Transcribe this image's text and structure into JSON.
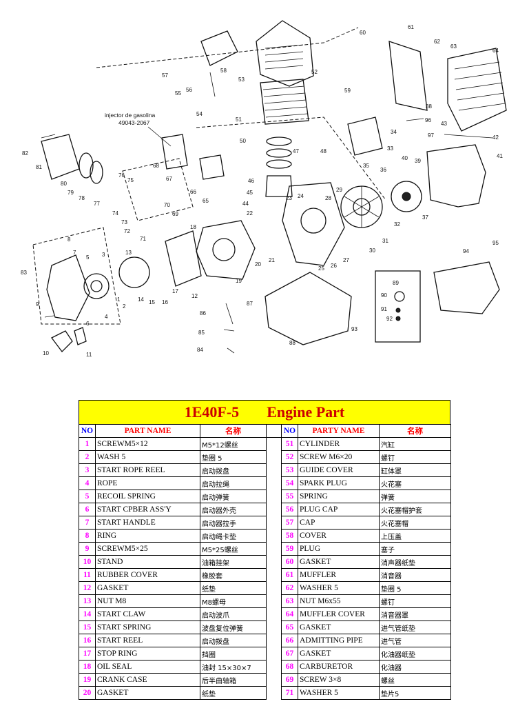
{
  "diagram": {
    "annotation_line1": "injector de gasolina",
    "annotation_line2": "49043-2067",
    "labels": [
      "1",
      "2",
      "3",
      "4",
      "5",
      "6",
      "7",
      "8",
      "9",
      "10",
      "11",
      "12",
      "13",
      "14",
      "15",
      "16",
      "17",
      "18",
      "19",
      "20",
      "21",
      "22",
      "23",
      "24",
      "25",
      "26",
      "27",
      "28",
      "29",
      "30",
      "31",
      "32",
      "33",
      "34",
      "35",
      "36",
      "37",
      "38",
      "39",
      "40",
      "41",
      "42",
      "43",
      "44",
      "45",
      "46",
      "47",
      "48",
      "50",
      "51",
      "52",
      "53",
      "54",
      "55",
      "56",
      "57",
      "58",
      "59",
      "60",
      "61",
      "62",
      "63",
      "64",
      "65",
      "66",
      "67",
      "68",
      "69",
      "70",
      "71",
      "72",
      "73",
      "74",
      "75",
      "76",
      "77",
      "78",
      "79",
      "80",
      "81",
      "82",
      "83",
      "84",
      "85",
      "86",
      "87",
      "88",
      "89",
      "90",
      "91",
      "92",
      "93",
      "94",
      "95",
      "96",
      "97"
    ]
  },
  "table": {
    "title_model": "1E40F-5",
    "title_text": "Engine  Part",
    "headers": {
      "no": "NO",
      "part_name": "PART  NAME",
      "cn_name": "名称",
      "no2": "NO",
      "party_name": "PARTY NAME",
      "cn_name2": "名称"
    },
    "rows": [
      {
        "no": "1",
        "name": "SCREWM5×12",
        "cn": "M5*12螺丝",
        "no2": "51",
        "name2": "CYLINDER",
        "cn2": "汽缸"
      },
      {
        "no": "2",
        "name": "WASH 5",
        "cn": "垫圈 5",
        "no2": "52",
        "name2": "SCREW  M6×20",
        "cn2": "螺钉"
      },
      {
        "no": "3",
        "name": "START ROPE REEL",
        "cn": "启动拨盘",
        "no2": "53",
        "name2": "GUIDE          COVER",
        "cn2": "缸体罩"
      },
      {
        "no": "4",
        "name": "ROPE",
        "cn": "启动拉绳",
        "no2": "54",
        "name2": "SPARK PLUG",
        "cn2": "火花塞"
      },
      {
        "no": "5",
        "name": "RECOIL SPRING",
        "cn": "启动弹簧",
        "no2": "55",
        "name2": "SPRING",
        "cn2": "弹簧"
      },
      {
        "no": "6",
        "name": "START CPBER ASS'Y",
        "cn": "启动器外壳",
        "no2": "56",
        "name2": "PLUG CAP",
        "cn2": "火花塞帽护套"
      },
      {
        "no": "7",
        "name": "START HANDLE",
        "cn": "启动器拉手",
        "no2": "57",
        "name2": "CAP",
        "cn2": "火花塞帽"
      },
      {
        "no": "8",
        "name": "RING",
        "cn": "启动绳卡垫",
        "no2": "58",
        "name2": "COVER",
        "cn2": "上压盖"
      },
      {
        "no": "9",
        "name": "SCREWM5×25",
        "cn": "M5*25螺丝",
        "no2": "59",
        "name2": "PLUG",
        "cn2": "塞子"
      },
      {
        "no": "10",
        "name": "STAND",
        "cn": "油箱挂架",
        "no2": "60",
        "name2": "GASKET",
        "cn2": "消声器纸垫"
      },
      {
        "no": "11",
        "name": "RUBBER COVER",
        "cn": "橡胶套",
        "no2": "61",
        "name2": "MUFFLER",
        "cn2": "消音器"
      },
      {
        "no": "12",
        "name": "GASKET",
        "cn": "纸垫",
        "no2": "62",
        "name2": "WASHER 5",
        "cn2": "垫圈 5"
      },
      {
        "no": "13",
        "name": "NUT M8",
        "cn": "M8螺母",
        "no2": "63",
        "name2": "NUT  M6x55",
        "cn2": "螺钉"
      },
      {
        "no": "14",
        "name": "START CLAW",
        "cn": "启动波爪",
        "no2": "64",
        "name2": "MUFFLER COVER",
        "cn2": "消音器罩"
      },
      {
        "no": "15",
        "name": "START SPRING",
        "cn": "波盘复位弹簧",
        "no2": "65",
        "name2": "GASKET",
        "cn2": "进气管纸垫"
      },
      {
        "no": "16",
        "name": "START REEL",
        "cn": "启动拨盘",
        "no2": "66",
        "name2": "ADMITTING PIPE",
        "cn2": "进气管"
      },
      {
        "no": "17",
        "name": "STOP RING",
        "cn": "挡圈",
        "no2": "67",
        "name2": "GASKET",
        "cn2": "化油器纸垫"
      },
      {
        "no": "18",
        "name": "OIL SEAL",
        "cn": "油封 15×30×7",
        "no2": "68",
        "name2": "CARBURETOR",
        "cn2": "化油器"
      },
      {
        "no": "19",
        "name": "CRANK CASE",
        "cn": "后半曲轴箱",
        "no2": "69",
        "name2": "SCREW 3×8",
        "cn2": "螺丝"
      },
      {
        "no": "20",
        "name": "GASKET",
        "cn": "纸垫",
        "no2": "71",
        "name2": "WASHER 5",
        "cn2": "垫片5"
      }
    ]
  }
}
